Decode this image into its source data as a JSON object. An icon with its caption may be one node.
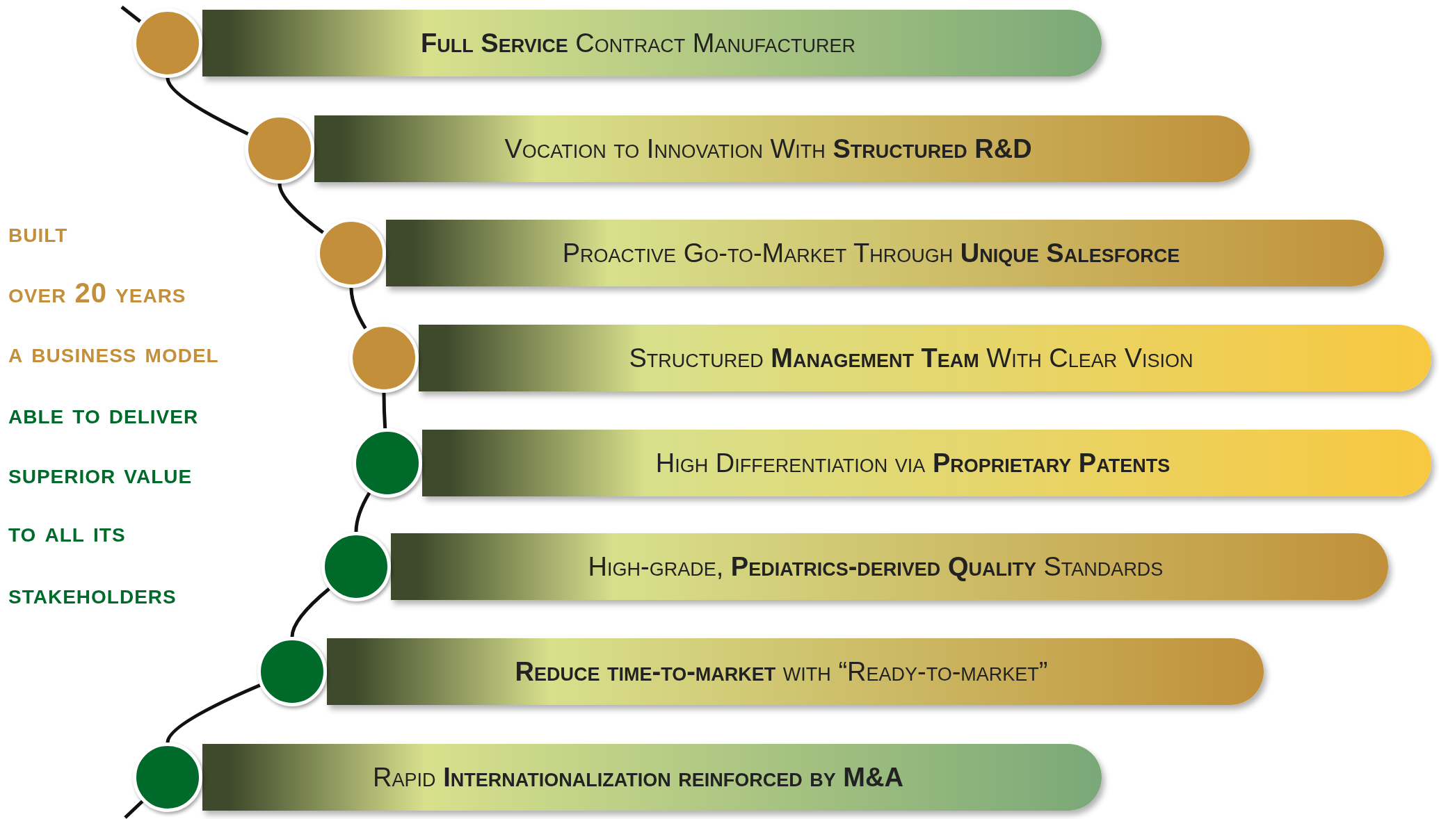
{
  "diagram": {
    "nodes": [
      {
        "text": [],
        "shape": "circle"
      },
      {
        "text": [
          "**Full Service** Contract Manufacturer"
        ]
      },
      {
        "text": [],
        "shape": "circle"
      },
      {
        "text": [
          "Vocation to Innovation With **Structured R&D**"
        ]
      },
      {
        "text": [],
        "shape": "circle"
      },
      {
        "text": [
          "Proactive Go-to-Market Through **Unique Salesforce**"
        ]
      },
      {
        "text": [],
        "shape": "circle"
      },
      {
        "text": [
          "Structured **Management Team** With Clear Vision"
        ]
      },
      {
        "text": [],
        "shape": "circle"
      },
      {
        "text": [
          "High Differentiation via **Proprietary Patents**"
        ]
      },
      {
        "text": [],
        "shape": "circle"
      },
      {
        "text": [
          "High-grade, **Pediatrics-derived Quality** Standards"
        ]
      },
      {
        "text": [],
        "shape": "circle"
      },
      {
        "text": [
          "**Reduce time-to-market** with “Ready-to-market”"
        ]
      },
      {
        "text": [],
        "shape": "circle"
      },
      {
        "text": [
          "Rapid **Internationalization reinforced by M&A**"
        ]
      }
    ],
    "edges": [
      {
        "from": null,
        "to": 0,
        "arrow": "none"
      },
      {
        "from": 0,
        "to": 2,
        "arrow": "none"
      },
      {
        "from": 2,
        "to": 4,
        "arrow": "none"
      },
      {
        "from": 4,
        "to": 6,
        "arrow": "none"
      },
      {
        "from": 6,
        "to": 8,
        "arrow": "none"
      },
      {
        "from": 8,
        "to": 10,
        "arrow": "none"
      },
      {
        "from": 10,
        "to": 12,
        "arrow": "none"
      },
      {
        "from": 12,
        "to": 14,
        "arrow": "none"
      },
      {
        "from": 14,
        "to": null,
        "arrow": "none"
      }
    ],
    "labels": [
      "built",
      "over 20 years",
      "a business model",
      "able to deliver",
      "superior value",
      "to all its",
      "stakeholders"
    ]
  }
}
